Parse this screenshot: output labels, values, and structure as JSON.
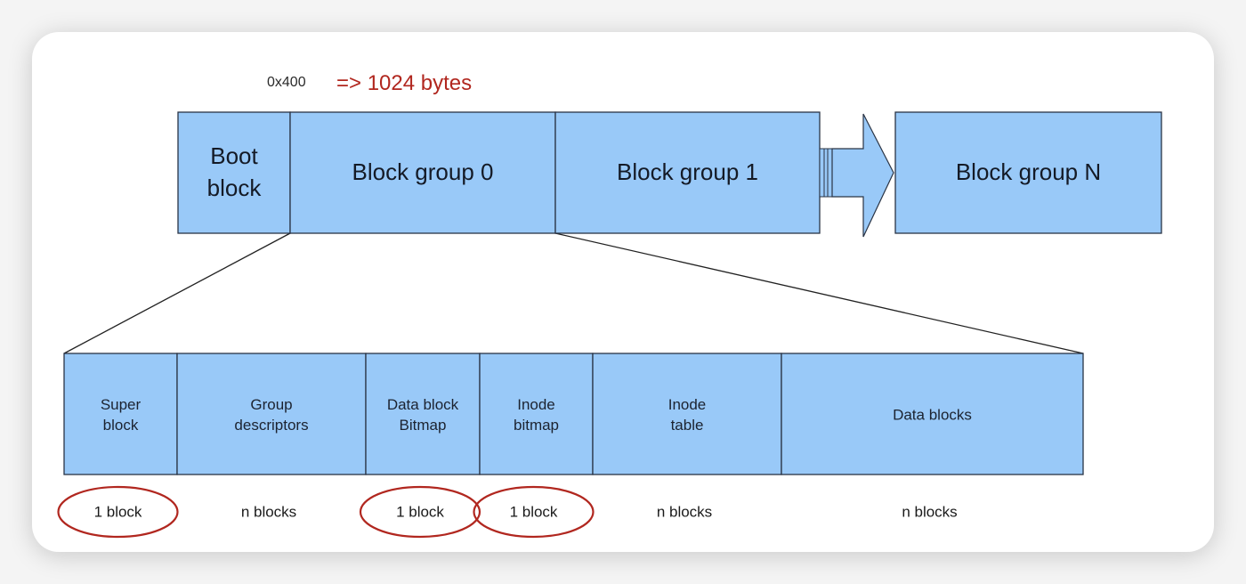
{
  "colors": {
    "block_fill": "#99c9f8",
    "block_stroke": "#2a3445",
    "annotation": "#b1271f",
    "connector": "#222222"
  },
  "annotation": {
    "offset": "0x400",
    "note": "=> 1024 bytes"
  },
  "disk_layout": [
    {
      "id": "boot",
      "lines": [
        "Boot",
        "block"
      ]
    },
    {
      "id": "bg0",
      "lines": [
        "Block group 0"
      ]
    },
    {
      "id": "bg1",
      "lines": [
        "Block group 1"
      ]
    },
    {
      "id": "ellipsis-arrow",
      "lines": []
    },
    {
      "id": "bgn",
      "lines": [
        "Block group N"
      ]
    }
  ],
  "group_layout": [
    {
      "id": "super",
      "lines": [
        "Super",
        "block"
      ],
      "size": "1 block",
      "highlighted": true
    },
    {
      "id": "gdt",
      "lines": [
        "Group",
        "descriptors"
      ],
      "size": "n blocks",
      "highlighted": false
    },
    {
      "id": "dbitmap",
      "lines": [
        "Data block",
        "Bitmap"
      ],
      "size": "1 block",
      "highlighted": true
    },
    {
      "id": "ibitmap",
      "lines": [
        "Inode",
        "bitmap"
      ],
      "size": "1 block",
      "highlighted": true
    },
    {
      "id": "itable",
      "lines": [
        "Inode",
        "table"
      ],
      "size": "n blocks",
      "highlighted": false
    },
    {
      "id": "data",
      "lines": [
        "Data blocks"
      ],
      "size": "n blocks",
      "highlighted": false
    }
  ]
}
